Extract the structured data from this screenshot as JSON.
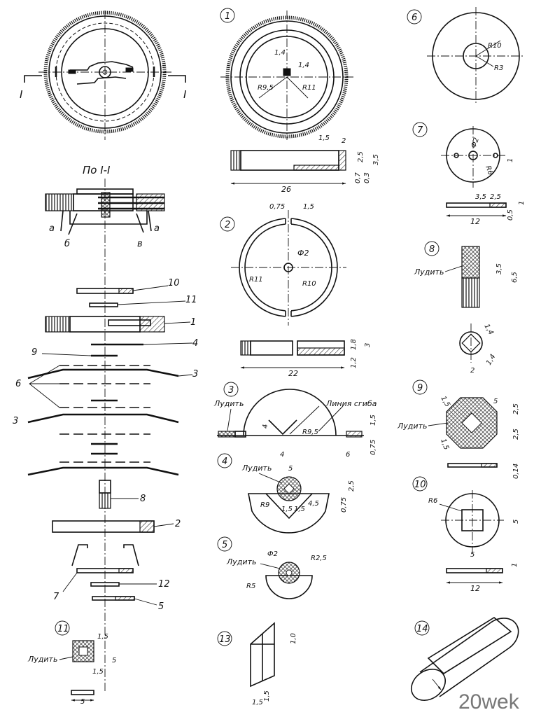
{
  "watermark": "20wek",
  "section_title": "По I-I",
  "section_marks": [
    "I",
    "I"
  ],
  "letters": {
    "a1": "а",
    "b": "б",
    "v": "в",
    "a2": "а"
  },
  "callouts": [
    "10",
    "11",
    "1",
    "4",
    "9",
    "3",
    "6",
    "3",
    "8",
    "2",
    "7",
    "12",
    "5"
  ],
  "part_numbers": [
    "1",
    "2",
    "3",
    "4",
    "5",
    "6",
    "7",
    "8",
    "9",
    "10",
    "11",
    "13",
    "14"
  ],
  "terms": {
    "tin": "Лудить",
    "bend_line": "Линия сгиба"
  },
  "part1": {
    "d1": "1,4",
    "d2": "1,4",
    "r1": "R9,5",
    "r2": "R11",
    "d3": "1,5",
    "d4": "2",
    "d5": "2,5",
    "d6": "3,5",
    "d7": "0,7",
    "d8": "0,3",
    "width": "26"
  },
  "part2": {
    "d1": "0,75",
    "d2": "1,5",
    "dia": "Ф2",
    "r1": "R11",
    "r2": "R10",
    "d3": "1,8",
    "d4": "3",
    "d5": "1,2",
    "width": "22"
  },
  "part3": {
    "r": "R9,5",
    "d1": "4",
    "d2": "4",
    "d3": "6",
    "d4": "1,5",
    "d5": "0,75"
  },
  "part4": {
    "w": "5",
    "r": "R9",
    "d1": "1,5",
    "d2": "1,5",
    "d3": "4,5",
    "d4": "2,5",
    "d5": "0,75"
  },
  "part5": {
    "dia": "Ф2",
    "r1": "R2,5",
    "r2": "R5"
  },
  "part6": {
    "r1": "R10",
    "r2": "R3"
  },
  "part7": {
    "dia": "Ф2",
    "r": "R6",
    "d1": "1",
    "d2": "3,5",
    "d3": "2,5",
    "d4": "1",
    "d5": "0,5",
    "width": "12"
  },
  "part8": {
    "d1": "3,5",
    "d2": "6,5",
    "d3": "1,4",
    "d4": "2",
    "d5": "1,4"
  },
  "part9": {
    "d1": "1,5",
    "d2": "5",
    "d3": "2,5",
    "d4": "2,5",
    "d5": "1,5",
    "d6": "0,14"
  },
  "part10": {
    "r": "R6",
    "d1": "5",
    "d2": "5",
    "d3": "1",
    "width": "12"
  },
  "part11": {
    "d1": "1,5",
    "d2": "5",
    "d3": "1,5",
    "width": "5"
  },
  "part13": {
    "d1": "1,0",
    "d2": "1,5",
    "d3": "1,5"
  }
}
